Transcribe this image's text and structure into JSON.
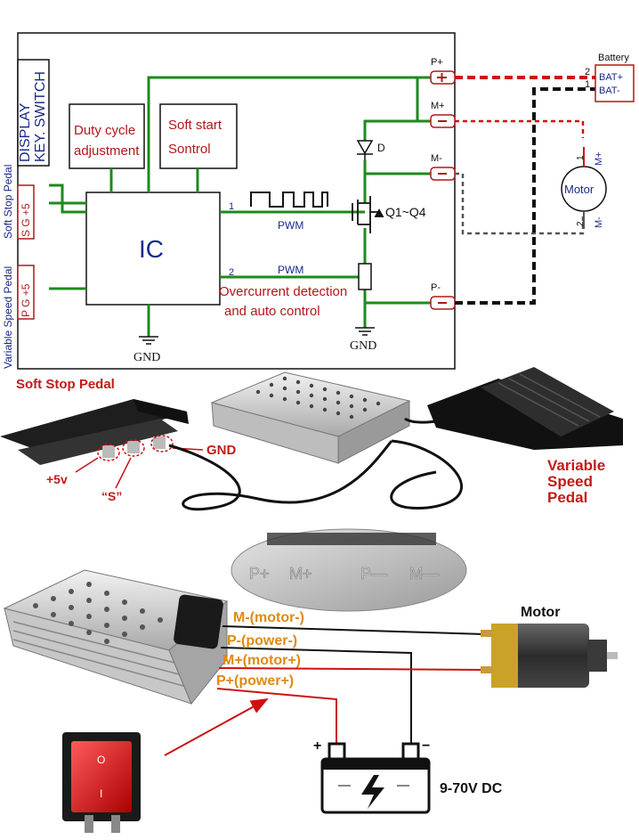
{
  "schematic": {
    "display_switch": "DISPLAY\nKEY. SWITCH",
    "duty_cycle": [
      "Duty cycle",
      "adjustment"
    ],
    "soft_start": [
      "Soft start",
      "Sontrol"
    ],
    "ic_label": "IC",
    "soft_stop_side": "Soft Stop Pedal",
    "variable_speed_side": "Variable Speed Pedal",
    "sg5": "S G +5",
    "pg5": "P G +5",
    "pwm1": "PWM",
    "pwm2": "PWM",
    "pin1": "1",
    "pin2": "2",
    "overcurrent": [
      "Overcurrent detection",
      "and auto control"
    ],
    "gnd1": "GND",
    "gnd2": "GND",
    "diode": "D",
    "transistor": "Q1~Q4",
    "terminals": [
      "P+",
      "M+",
      "M-",
      "P-"
    ],
    "battery_title": "Battery",
    "bat_plus": "BAT+",
    "bat_minus": "BAT-",
    "bat_pin2": "2",
    "bat_pin1": "1",
    "motor": "Motor",
    "motor_pin1": "1",
    "motor_pin2": "2",
    "motor_mplus": "M+",
    "motor_mminus": "M-"
  },
  "photos": {
    "soft_stop_title": "Soft Stop Pedal",
    "plus5v": "+5v",
    "s_label": "“S”",
    "gnd": "GND",
    "variable_speed": [
      "Variable",
      "Speed",
      "Pedal"
    ],
    "engraved": [
      "P+",
      "M+",
      "P—",
      "M—"
    ]
  },
  "wiring": {
    "m_minus": "M-(motor-)",
    "p_minus": "P-(power-)",
    "m_plus": "M+(motor+)",
    "p_plus": "P+(power+)",
    "motor_title": "Motor",
    "plus": "+",
    "minus": "−",
    "voltage": "9-70V DC",
    "switch_on": "O",
    "switch_off": "I"
  },
  "colors": {
    "wire_green": "#1e8a1e",
    "wire_red": "#cc1111",
    "label_red": "#b01818",
    "label_blue": "#1a2a8a",
    "label_orange": "#e08a10"
  }
}
